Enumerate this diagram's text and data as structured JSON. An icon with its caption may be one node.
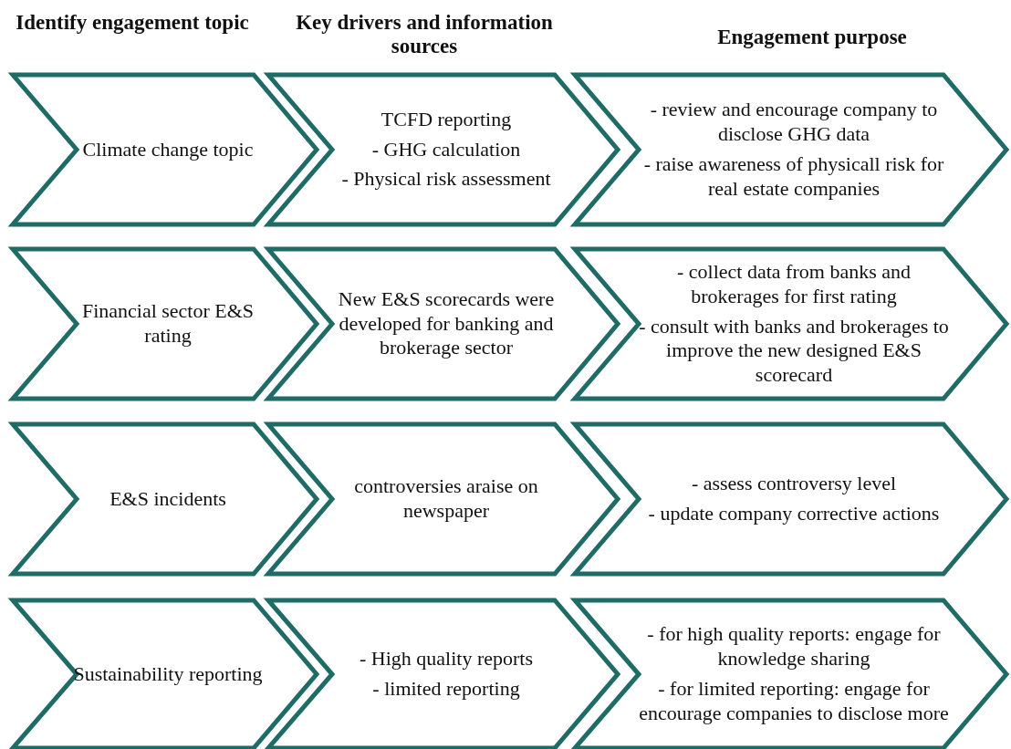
{
  "diagram": {
    "nodes": [
      {
        "text": [
          "Climate change topic"
        ]
      },
      {
        "text": [
          "TCFD reporting",
          "- GHG calculation",
          "- Physical risk assessment"
        ]
      },
      {
        "text": [
          "- review and encourage company to disclose GHG data",
          "- raise awareness of physicall risk for real estate companies"
        ]
      },
      {
        "text": [
          "Financial sector E&S rating"
        ]
      },
      {
        "text": [
          "New E&S scorecards were developed for banking and brokerage sector"
        ]
      },
      {
        "text": [
          "- collect data from banks and brokerages for first rating",
          "- consult with banks and brokerages to improve the new designed E&S scorecard"
        ]
      },
      {
        "text": [
          "E&S incidents"
        ]
      },
      {
        "text": [
          "controversies araise on newspaper"
        ]
      },
      {
        "text": [
          "- assess controversy level",
          "- update company corrective actions"
        ]
      },
      {
        "text": [
          "Sustainability reporting"
        ]
      },
      {
        "text": [
          "- High quality reports",
          "- limited reporting"
        ]
      },
      {
        "text": [
          "- for high quality reports: engage for knowledge sharing",
          "- for limited reporting: engage for encourage companies to disclose more"
        ]
      }
    ],
    "labels": [
      "Identify engagement topic",
      "Key drivers and information sources",
      "Engagement purpose"
    ]
  }
}
